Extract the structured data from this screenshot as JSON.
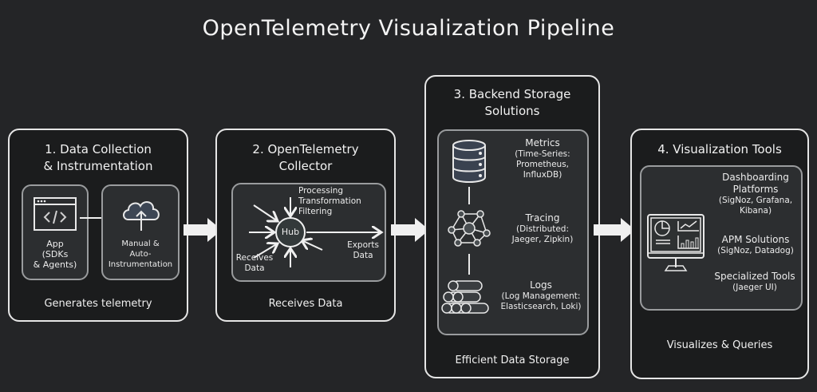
{
  "title": "OpenTelemetry Visualization Pipeline",
  "stages": [
    {
      "title_line1": "1. Data Collection",
      "title_line2": "& Instrumentation",
      "footer": "Generates telemetry",
      "items": [
        {
          "icon": "code-window-icon",
          "label_lines": [
            "App",
            "(SDKs",
            "& Agents)"
          ]
        },
        {
          "icon": "cloud-upload-icon",
          "label_lines": [
            "Manual &",
            "Auto-",
            "Instrumentation"
          ]
        }
      ]
    },
    {
      "title_line1": "2. OpenTelemetry",
      "title_line2": "Collector",
      "footer": "Receives Data",
      "hub_label": "Hub",
      "processing_lines": [
        "Processing",
        "Transformation",
        "Filtering"
      ],
      "receives_lines": [
        "Receives",
        "Data"
      ],
      "exports_lines": [
        "Exports",
        "Data"
      ]
    },
    {
      "title_line1": "3. Backend Storage",
      "title_line2": "Solutions",
      "footer": "Efficient Data Storage",
      "items": [
        {
          "icon": "database-icon",
          "label_lines": [
            "Metrics",
            "(Time-Series:",
            "Prometheus,",
            "InfluxDB)"
          ]
        },
        {
          "icon": "network-graph-icon",
          "label_lines": [
            "Tracing",
            "(Distributed:",
            "Jaeger, Zipkin)"
          ]
        },
        {
          "icon": "logs-stack-icon",
          "label_lines": [
            "Logs",
            "(Log Management:",
            "Elasticsearch, Loki)"
          ]
        }
      ]
    },
    {
      "title_line1": "4. Visualization Tools",
      "footer": "Visualizes & Queries",
      "icon": "dashboard-monitor-icon",
      "items": [
        {
          "label_lines": [
            "Dashboarding",
            "Platforms",
            "(SigNoz, Grafana,",
            "Kibana)"
          ]
        },
        {
          "label_lines": [
            "APM Solutions",
            "(SigNoz, Datadog)"
          ]
        },
        {
          "label_lines": [
            "Specialized Tools",
            "(Jaeger UI)"
          ]
        }
      ]
    }
  ]
}
